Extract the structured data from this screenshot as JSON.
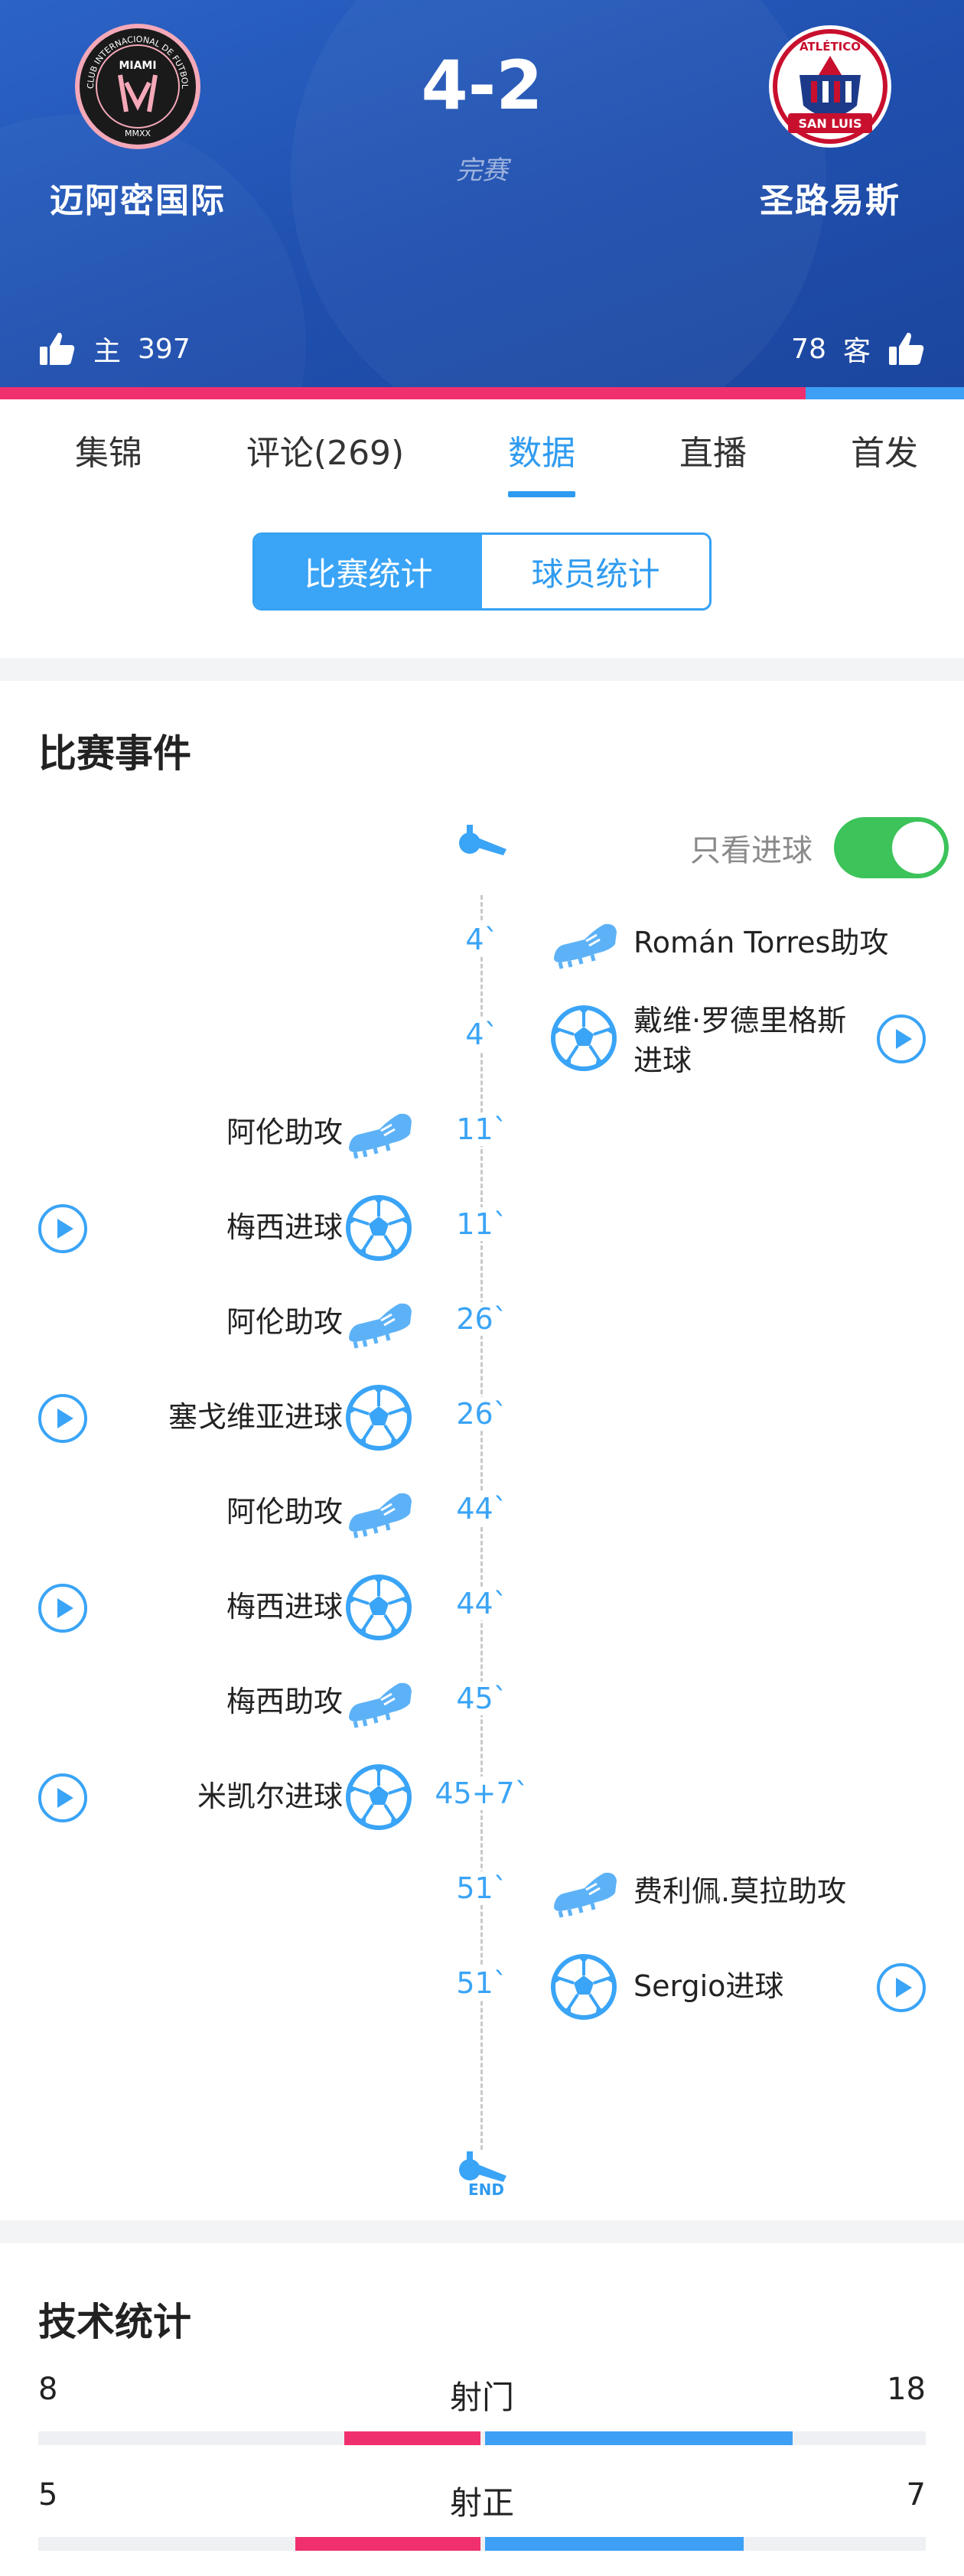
{
  "match": {
    "home_team": "迈阿密国际",
    "away_team": "圣路易斯",
    "score": "4-2",
    "status": "完赛",
    "home_logo_text": [
      "CLUB INTERNACIONAL DE FUTBOL",
      "MIAMI",
      "MMXX"
    ],
    "away_logo_text": [
      "ATLÉTICO",
      "SAN LUIS"
    ]
  },
  "likes": {
    "home_label": "主",
    "home_count": "397",
    "away_label": "客",
    "away_count": "78",
    "home_share": 0.836
  },
  "tabs": [
    {
      "label": "集锦",
      "active": false
    },
    {
      "label": "评论(269)",
      "active": false
    },
    {
      "label": "数据",
      "active": true
    },
    {
      "label": "直播",
      "active": false
    },
    {
      "label": "首发",
      "active": false
    }
  ],
  "segment": {
    "match_stats": "比赛统计",
    "player_stats": "球员统计"
  },
  "events_section": {
    "title": "比赛事件",
    "filter_label": "只看进球",
    "filter_on": true,
    "end_label": "END",
    "events": [
      {
        "side": "away",
        "type": "assist",
        "minute": "4`",
        "text": "Román Torres助攻"
      },
      {
        "side": "away",
        "type": "goal",
        "minute": "4`",
        "text": "戴维·罗德里格斯",
        "text2": "进球"
      },
      {
        "side": "home",
        "type": "assist",
        "minute": "11`",
        "text": "阿伦助攻"
      },
      {
        "side": "home",
        "type": "goal",
        "minute": "11`",
        "text": "梅西进球"
      },
      {
        "side": "home",
        "type": "assist",
        "minute": "26`",
        "text": "阿伦助攻"
      },
      {
        "side": "home",
        "type": "goal",
        "minute": "26`",
        "text": "塞戈维亚进球"
      },
      {
        "side": "home",
        "type": "assist",
        "minute": "44`",
        "text": "阿伦助攻"
      },
      {
        "side": "home",
        "type": "goal",
        "minute": "44`",
        "text": "梅西进球"
      },
      {
        "side": "home",
        "type": "assist",
        "minute": "45`",
        "text": "梅西助攻"
      },
      {
        "side": "home",
        "type": "goal",
        "minute": "45+7`",
        "text": "米凯尔进球"
      },
      {
        "side": "away",
        "type": "assist",
        "minute": "51`",
        "text": "费利佩.莫拉助攻"
      },
      {
        "side": "away",
        "type": "goal",
        "minute": "51`",
        "text": "Sergio进球"
      }
    ]
  },
  "tech_section": {
    "title": "技术统计",
    "stats": [
      {
        "name": "射门",
        "home": "8",
        "away": "18"
      },
      {
        "name": "射正",
        "home": "5",
        "away": "7"
      }
    ]
  },
  "colors": {
    "home": "#f0306e",
    "away": "#3ea0f5",
    "accent": "#2f9bf0",
    "header": "#2257b8",
    "toggle": "#3cc35a"
  }
}
